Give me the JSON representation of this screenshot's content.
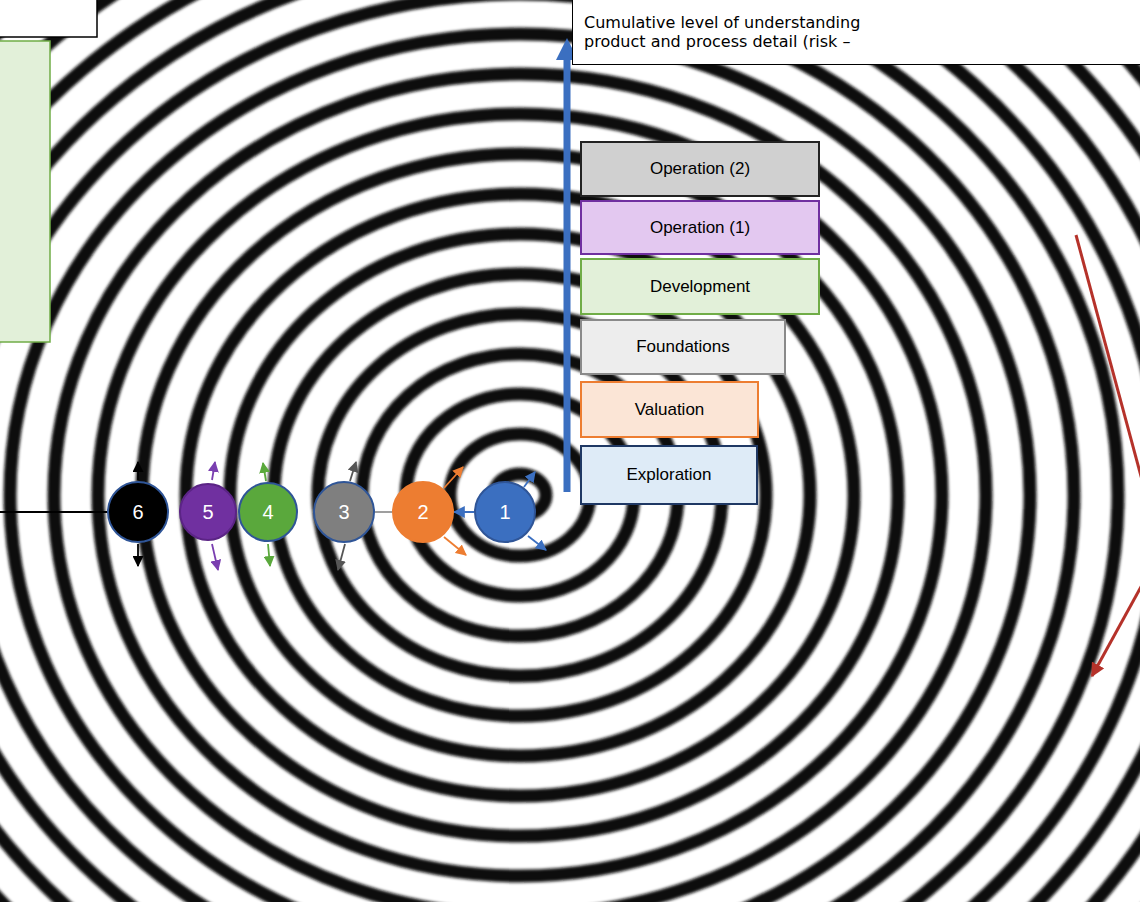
{
  "diagram": {
    "nodes": [
      {
        "text": [
          "Cumulative level of understanding product and process detail (risk –"
        ]
      },
      {
        "text": [
          "Operation (2)"
        ]
      },
      {
        "text": [
          "Operation (1)"
        ]
      },
      {
        "text": [
          "Development"
        ]
      },
      {
        "text": [
          "Foundations"
        ]
      },
      {
        "text": [
          "Valuation"
        ]
      },
      {
        "text": [
          "Exploration"
        ]
      },
      {
        "text": [
          "6"
        ]
      },
      {
        "text": [
          "5"
        ]
      },
      {
        "text": [
          "4"
        ]
      },
      {
        "text": [
          "3"
        ]
      },
      {
        "text": [
          "2"
        ]
      },
      {
        "text": [
          "1"
        ]
      }
    ],
    "edges": [
      {
        "from": 12,
        "to": 11,
        "arrow": "to"
      },
      {
        "from": 10,
        "to": 11,
        "arrow": "none"
      }
    ]
  }
}
